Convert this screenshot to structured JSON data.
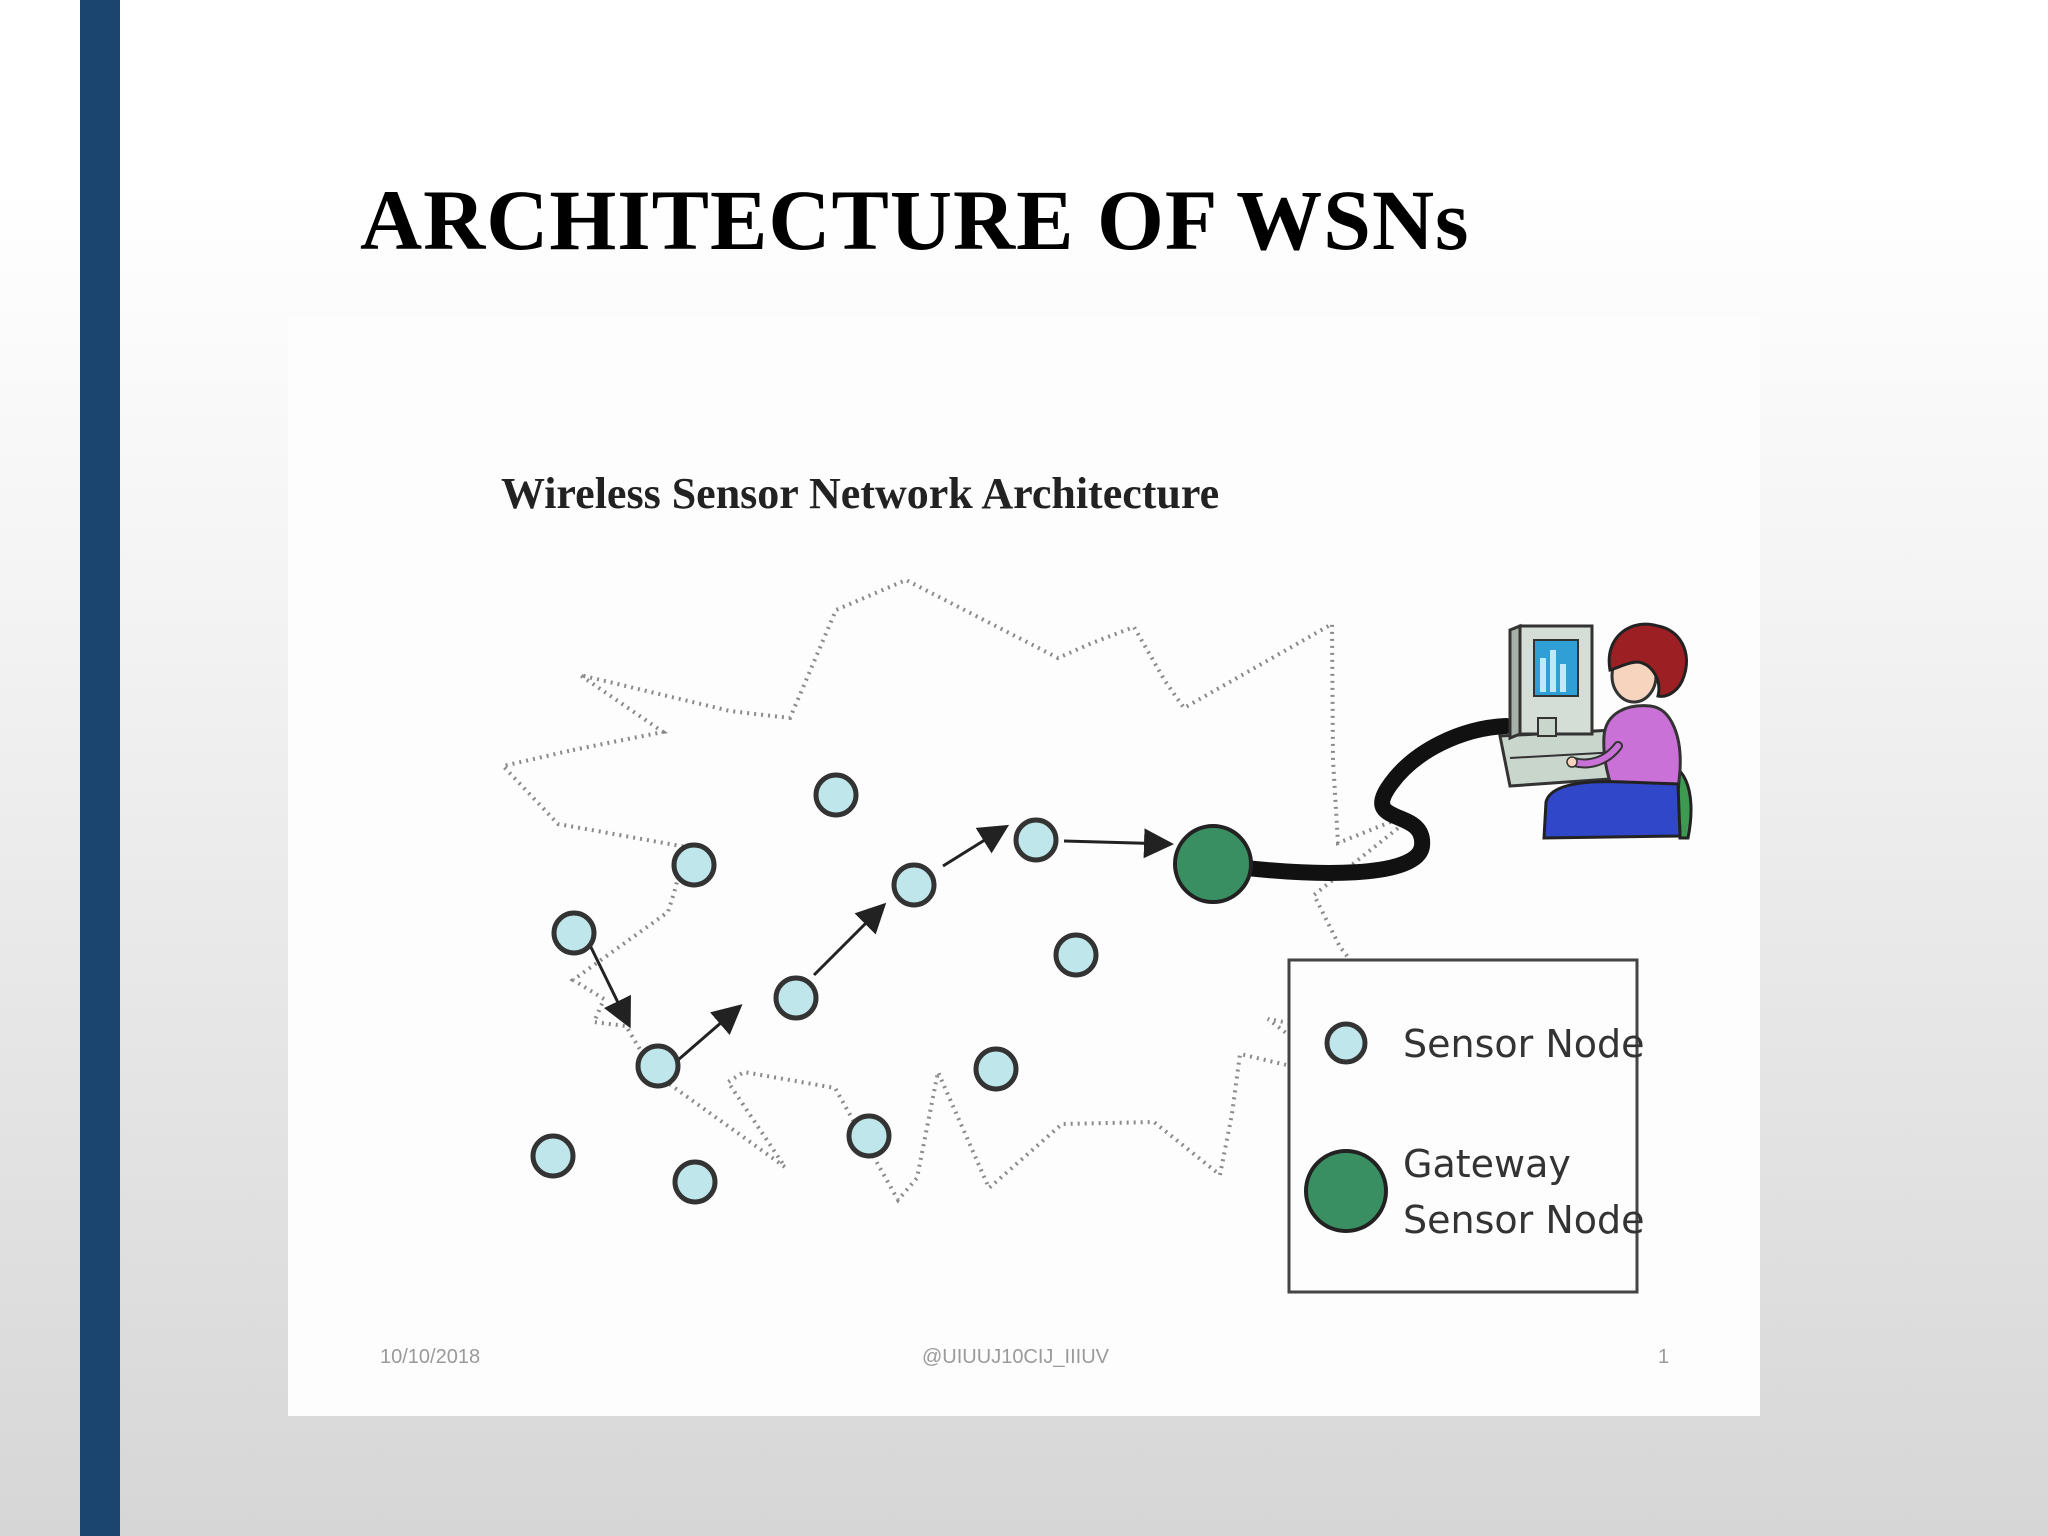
{
  "slide": {
    "title": "ARCHITECTURE OF WSNs"
  },
  "figure": {
    "title": "Wireless Sensor Network Architecture",
    "legend": {
      "sensor_node": "Sensor Node",
      "gateway_line1": "Gateway",
      "gateway_line2": "Sensor Node"
    },
    "footer": {
      "date": "10/10/2018",
      "center": "@UIUUJ10CIJ_IIIUV",
      "page": "1"
    }
  },
  "colors": {
    "left_bar": "#1b446e",
    "sensor_fill": "#bfe6ea",
    "gateway_fill": "#3a8f62",
    "edge": "#222222"
  },
  "icons": [
    "computer-icon",
    "user-at-computer-icon"
  ]
}
